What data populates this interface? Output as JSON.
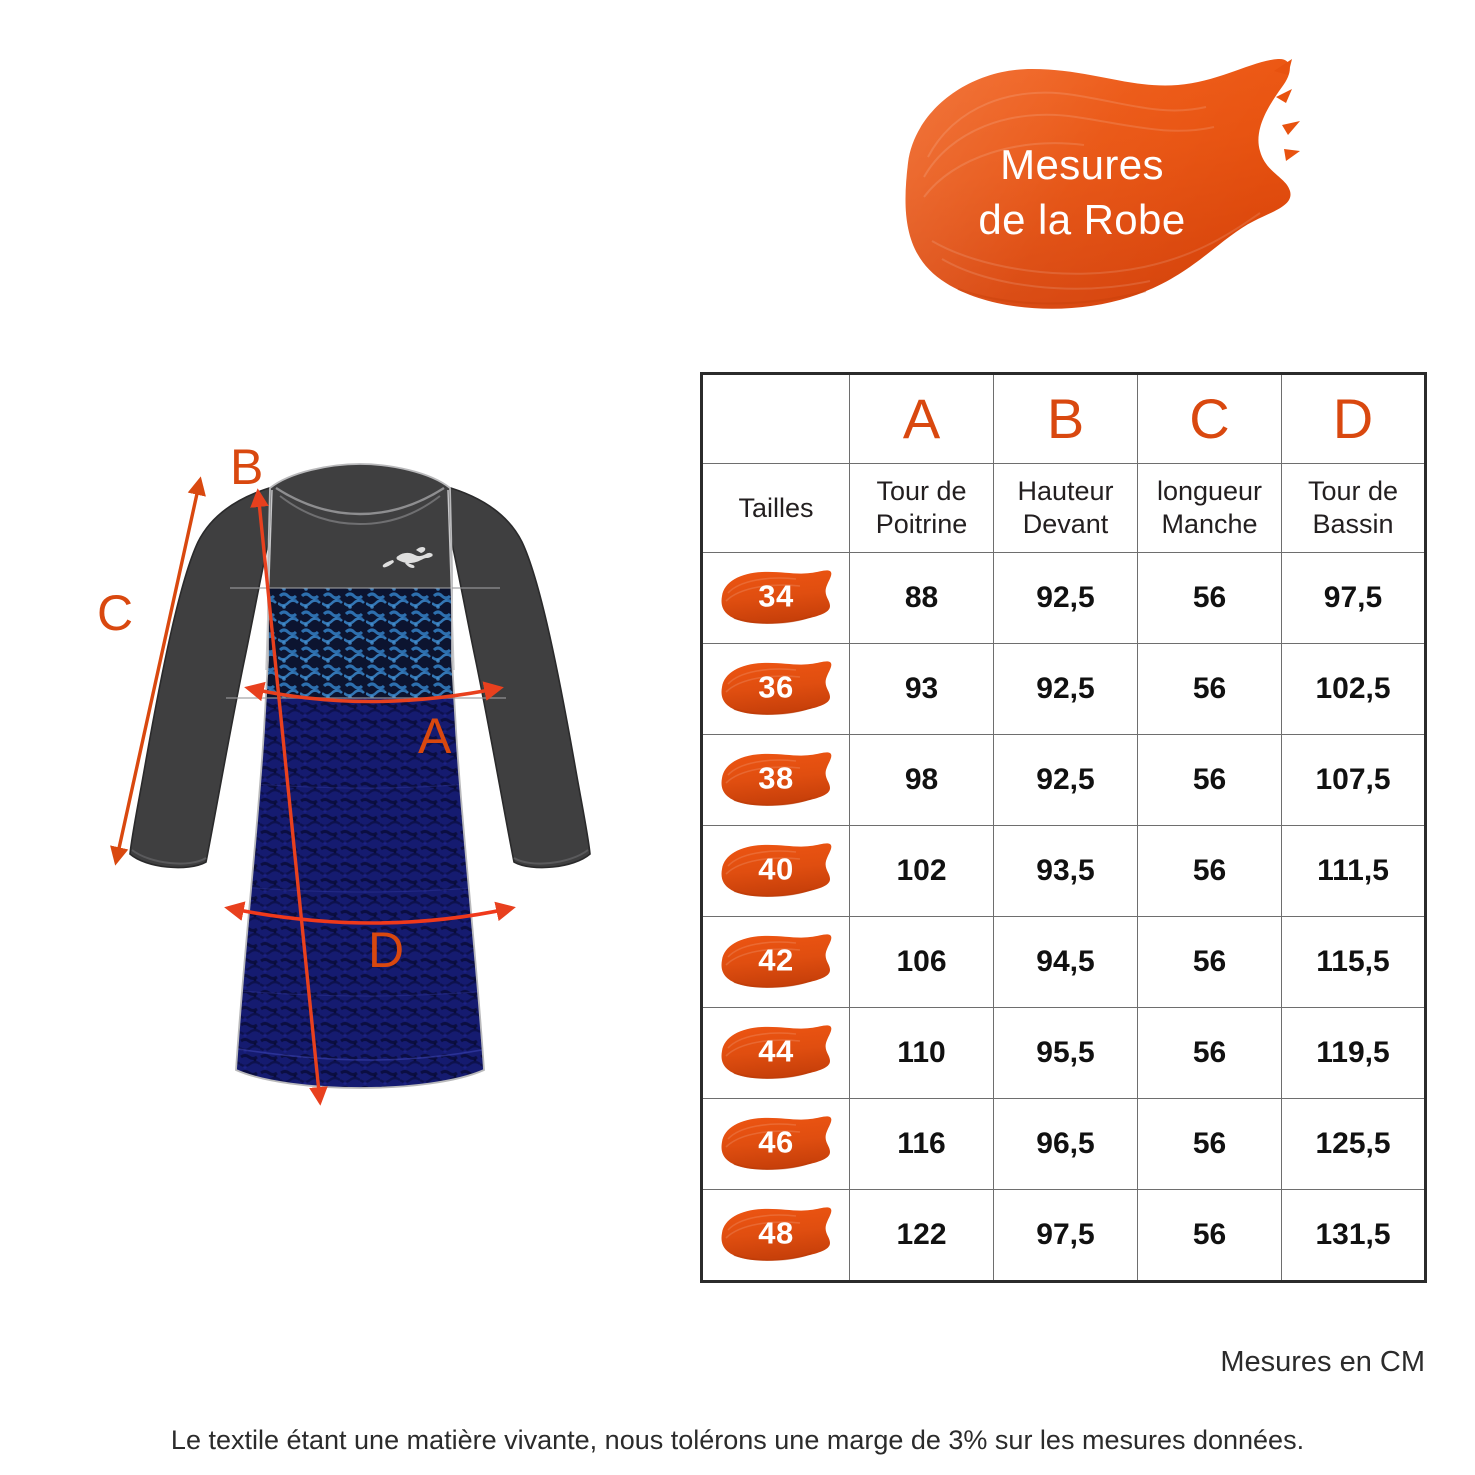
{
  "title": {
    "line1": "Mesures",
    "line2": "de la Robe"
  },
  "colors": {
    "orange": "#E04E10",
    "orange_text": "#D9480F",
    "peach_header": "#FADDD2",
    "arrow_red": "#E8401E",
    "grey_fabric": "#3F3F40",
    "blue_skirt": "#161C76",
    "teal_band": "#1C4E8C",
    "border_dark": "#2B2B2B"
  },
  "figure": {
    "letters": {
      "a": "A",
      "b": "B",
      "c": "C",
      "d": "D"
    }
  },
  "table": {
    "letter_row": [
      "",
      "A",
      "B",
      "C",
      "D"
    ],
    "header_row": [
      "Tailles",
      "Tour de Poitrine",
      "Hauteur Devant",
      "longueur Manche",
      "Tour de Bassin"
    ],
    "header_lines": [
      [
        "Tailles"
      ],
      [
        "Tour de",
        "Poitrine"
      ],
      [
        "Hauteur",
        "Devant"
      ],
      [
        "longueur",
        "Manche"
      ],
      [
        "Tour de",
        "Bassin"
      ]
    ],
    "rows": [
      {
        "size": "34",
        "a": "88",
        "b": "92,5",
        "c": "56",
        "d": "97,5"
      },
      {
        "size": "36",
        "a": "93",
        "b": "92,5",
        "c": "56",
        "d": "102,5"
      },
      {
        "size": "38",
        "a": "98",
        "b": "92,5",
        "c": "56",
        "d": "107,5"
      },
      {
        "size": "40",
        "a": "102",
        "b": "93,5",
        "c": "56",
        "d": "111,5"
      },
      {
        "size": "42",
        "a": "106",
        "b": "94,5",
        "c": "56",
        "d": "115,5"
      },
      {
        "size": "44",
        "a": "110",
        "b": "95,5",
        "c": "56",
        "d": "119,5"
      },
      {
        "size": "46",
        "a": "116",
        "b": "96,5",
        "c": "56",
        "d": "125,5"
      },
      {
        "size": "48",
        "a": "122",
        "b": "97,5",
        "c": "56",
        "d": "131,5"
      }
    ]
  },
  "footer": {
    "units": "Mesures en CM",
    "disclaimer": "Le textile étant une matière vivante, nous tolérons une marge de 3% sur les mesures données."
  }
}
